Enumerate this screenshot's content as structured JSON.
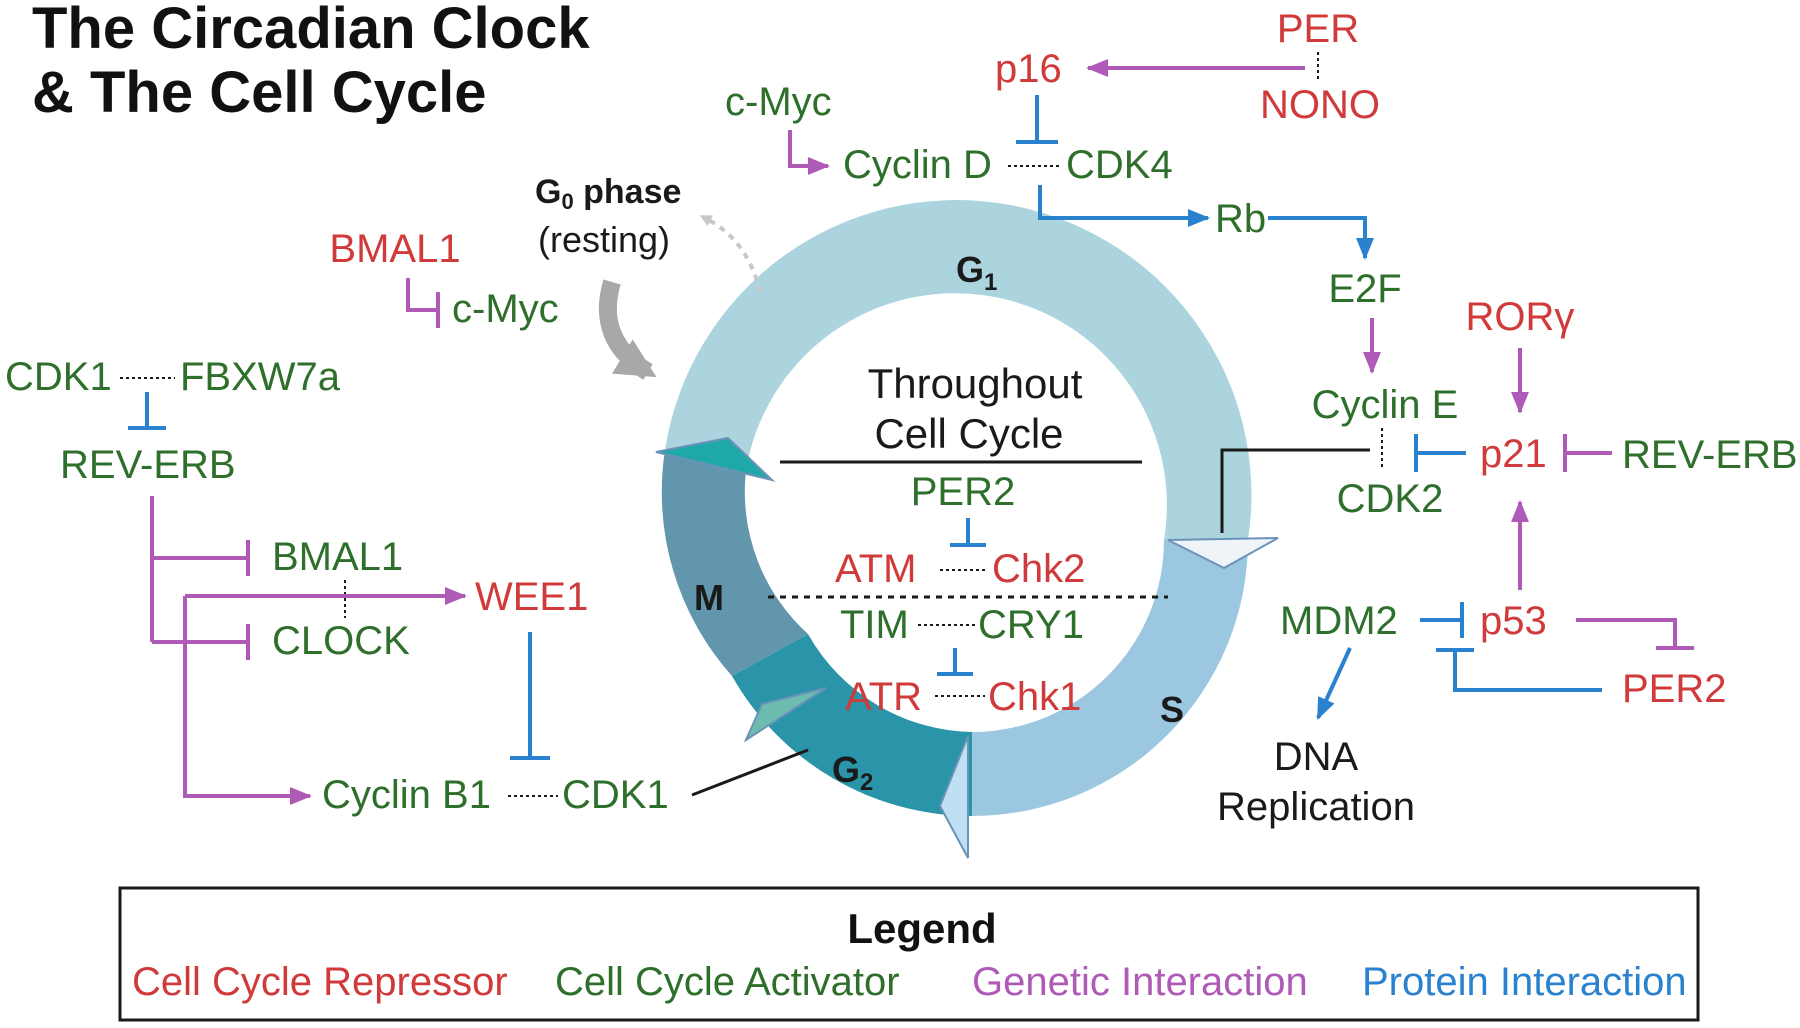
{
  "colors": {
    "repressor": "#d03a3a",
    "activator": "#2f6f2c",
    "genetic": "#b05ab8",
    "protein": "#2a82cf",
    "g1": "#abd4de",
    "s": "#9cc7e0",
    "g2": "#2a94a8",
    "m": "#6296ad"
  },
  "title": {
    "line1": "The Circadian Clock",
    "line2": "& The Cell Cycle"
  },
  "phases": {
    "g1": "G",
    "g1_sub": "1",
    "s": "S",
    "g2": "G",
    "g2_sub": "2",
    "m": "M",
    "g0_main": "G",
    "g0_sub": "0",
    "g0_rest": " phase",
    "g0_resting": "(resting)"
  },
  "center": {
    "throughout_1": "Throughout",
    "throughout_2": "Cell Cycle",
    "per2": "PER2",
    "atm": "ATM",
    "chk2": "Chk2",
    "tim": "TIM",
    "cry1": "CRY1",
    "atr": "ATR",
    "chk1": "Chk1"
  },
  "top": {
    "per": "PER",
    "nono": "NONO",
    "p16": "p16",
    "cmyc": "c-Myc",
    "cyclin_d": "Cyclin D",
    "cdk4": "CDK4",
    "rb": "Rb",
    "e2f": "E2F"
  },
  "right": {
    "cyclin_e": "Cyclin E",
    "cdk2": "CDK2",
    "rorg": "RORγ",
    "p21": "p21",
    "reverb": "REV-ERB",
    "mdm2": "MDM2",
    "p53": "p53",
    "per2": "PER2",
    "dna_1": "DNA",
    "dna_2": "Replication"
  },
  "left": {
    "bmal1_top": "BMAL1",
    "cmyc": "c-Myc",
    "cdk1": "CDK1",
    "fbxw7a": "FBXW7a",
    "reverb": "REV-ERB",
    "bmal1": "BMAL1",
    "clock": "CLOCK",
    "wee1": "WEE1",
    "cyclin_b1": "Cyclin B1",
    "cdk1_bottom": "CDK1"
  },
  "legend": {
    "title": "Legend",
    "repressor": "Cell Cycle Repressor",
    "activator": "Cell Cycle Activator",
    "genetic": "Genetic Interaction",
    "protein": "Protein Interaction"
  }
}
